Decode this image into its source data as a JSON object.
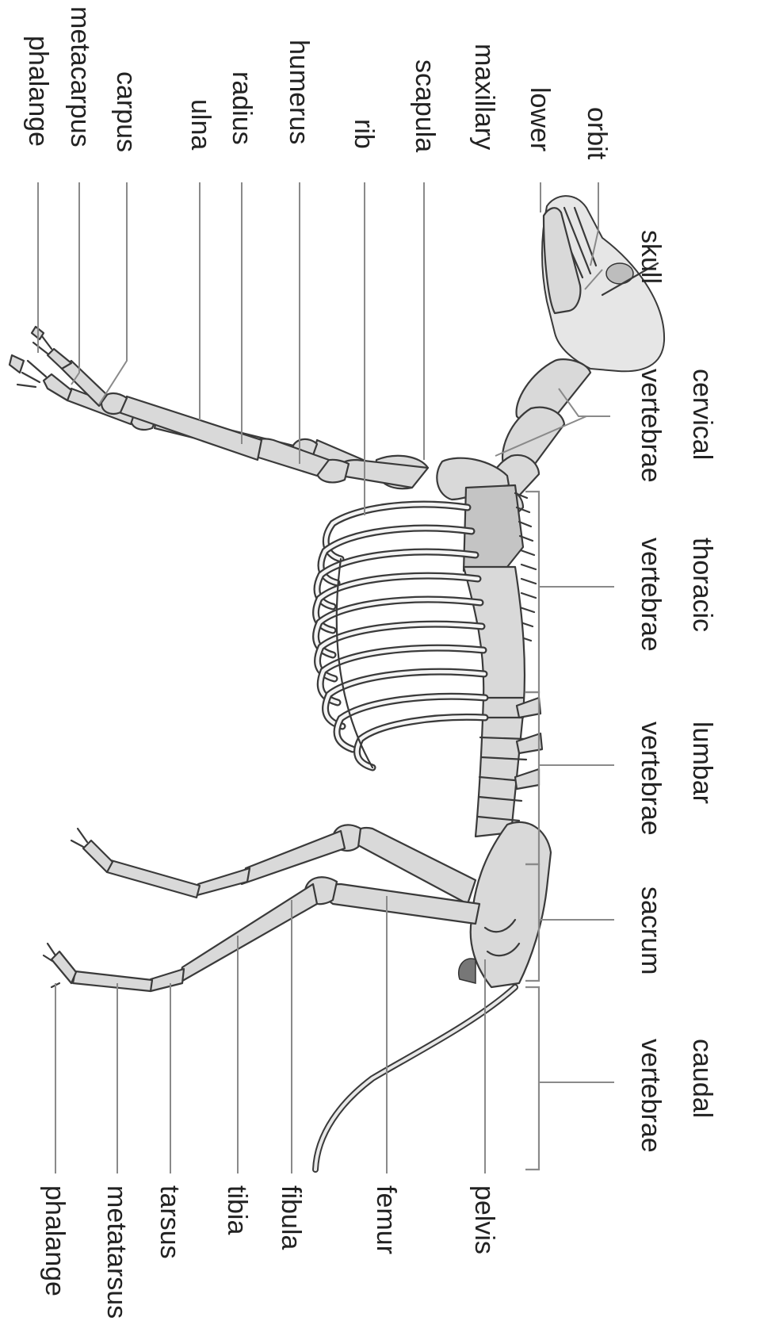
{
  "labels": {
    "orbit": "orbit",
    "lower": "lower",
    "maxillary": "maxillary",
    "scapula": "scapula",
    "rib": "rib",
    "humerus": "humerus",
    "radius": "radius",
    "ulna": "ulna",
    "carpus": "carpus",
    "metacarpus": "metacarpus",
    "phalange_front": "phalange",
    "skull": "skull",
    "cervical": "cervical",
    "cervical_vertebrae": "vertebrae",
    "thoracic": "thoracic",
    "thoracic_vertebrae": "vertebrae",
    "lumbar": "lumbar",
    "lumbar_vertebrae": "vertebrae",
    "sacrum": "sacrum",
    "caudal": "caudal",
    "caudal_vertebrae": "vertebrae",
    "pelvis": "pelvis",
    "femur": "femur",
    "fibula": "fibula",
    "tibia": "tibia",
    "tarsus": "tarsus",
    "metatarsus": "metatarsus",
    "phalange_hind": "phalange"
  },
  "colors": {
    "bone": "#d9d9d9",
    "outline": "#3a3a3a",
    "leader": "#8a8a8a",
    "text": "#222222"
  }
}
